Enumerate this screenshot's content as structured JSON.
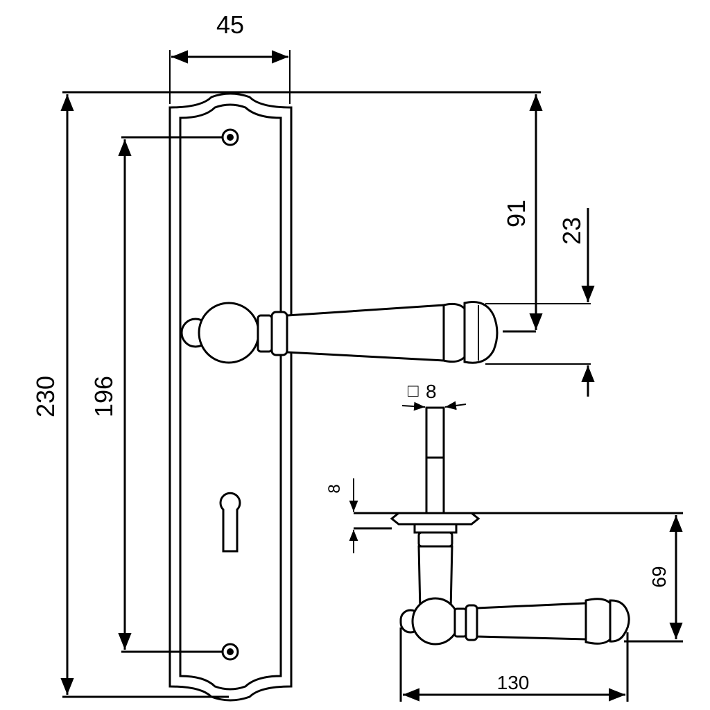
{
  "dimensions": {
    "plate_width": "45",
    "total_height": "230",
    "screw_spacing": "196",
    "handle_height_from_top": "91",
    "lever_thickness": "23",
    "spindle_square_symbol": "□",
    "spindle_square": "8",
    "rose_thickness": "8",
    "projection": "69",
    "lever_length": "130"
  }
}
